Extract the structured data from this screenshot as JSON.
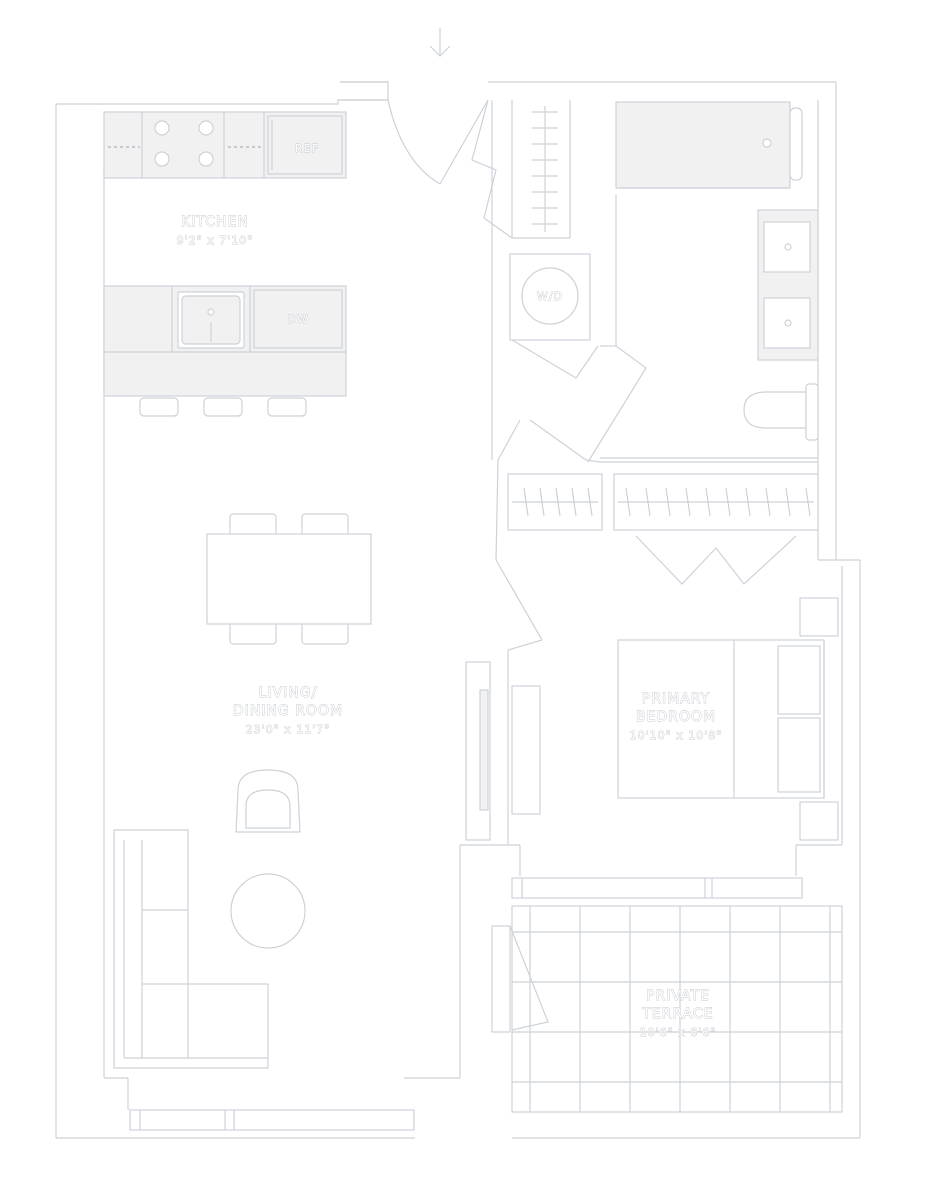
{
  "rooms": {
    "kitchen": {
      "name": "KITCHEN",
      "dims": "9'2\" x 7'10\""
    },
    "living": {
      "name_line1": "LIVING/",
      "name_line2": "DINING ROOM",
      "dims": "23'0\" x 11'7\""
    },
    "bedroom": {
      "name_line1": "PRIMARY",
      "name_line2": "BEDROOM",
      "dims": "10'10\" x 10'8\""
    },
    "terrace": {
      "name_line1": "PRIVATE",
      "name_line2": "TERRACE",
      "dims": "10'6\" x 6'6\""
    }
  },
  "fixtures": {
    "refrigerator": "REF",
    "dishwasher": "DW",
    "washer_dryer": "W/D"
  },
  "icons": {
    "entry": "entry-arrow-icon"
  },
  "colors": {
    "line": "#cdd2d8",
    "fixture_fill": "#f1f1f1",
    "background": "#ffffff"
  }
}
